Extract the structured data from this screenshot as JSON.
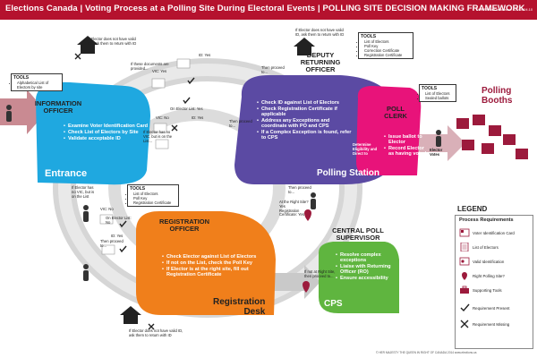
{
  "header": {
    "title": "Elections Canada  |  Voting Process at a Polling Site During Electoral Events  |  POLLING SITE DECISION MAKING FRAMEWORK",
    "draft": "DRAFT for Discussion • 2014.04.10"
  },
  "entrance": {
    "title": "Entrance",
    "role": "INFORMATION\nOFFICER",
    "duties": [
      "Examine Voter Identification Card",
      "Check List of Electors by Site",
      "Validate acceptable ID"
    ],
    "tools_title": "TOOLS",
    "tools": [
      "Alphabetical List of Electors by site"
    ]
  },
  "polling_station": {
    "title": "Polling Station",
    "role": "DEPUTY\nRETURNING\nOFFICER",
    "duties": [
      "Check ID against List of Electors",
      "Check Registration Certificate if applicable",
      "Address any Exceptions and coordinate with PO and CPS",
      "If a Complex Exception is found, refer to CPS"
    ],
    "tools_title": "TOOLS",
    "tools": [
      "List of Electors",
      "Poll Key",
      "Correction Certificate",
      "Registration Certificate"
    ],
    "determine": "Determine Eligibility and Direct to"
  },
  "poll_clerk": {
    "role": "POLL\nCLERK",
    "duties": [
      "Issue ballot to Elector",
      "Record Elector as having voted"
    ],
    "tools_title": "TOOLS",
    "tools": [
      "List of Electors",
      "Sealed ballots"
    ]
  },
  "booths": {
    "title": "Polling\nBooths",
    "elector_votes": "Elector\nVotes"
  },
  "registration_desk": {
    "title": "Registration\nDesk",
    "role": "REGISTRATION\nOFFICER",
    "duties": [
      "Check Elector against List of Electors",
      "If not on the List, check the Poll Key",
      "If Elector is at the right site, fill out Registration Certificate"
    ],
    "tools_title": "TOOLS",
    "tools": [
      "List of Electors",
      "Poll Key",
      "Registration Certificate"
    ]
  },
  "cps": {
    "title": "CPS",
    "role": "CENTRAL POLL\nSUPERVISOR",
    "duties": [
      "Resolve complex exceptions",
      "Liaise with Returning Officer (RO)",
      "Ensure accessibility"
    ]
  },
  "flow_notes": {
    "n_top_left": "If Elector does not have valid ID, ask them to return with ID",
    "n_docs": "If these documents are provided...",
    "n_vic_yes": "VIC: Yes",
    "n_id_yes_top": "ID: Yes",
    "n_on_list_yes": "On Elector List: Yes",
    "n_vic_no": "VIC: No",
    "n_id_yes_mid": "ID: Yes",
    "n_then1": "Then proceed to...",
    "n_then2": "Then proceed to...",
    "n_top_right": "If Elector does not have valid ID, ask them to return with ID",
    "n_no_vic_left": "If Elector has no VIC, but is on the List",
    "n_no_vic_mid": "If Elector has no VIC, but is on the List...",
    "n_vic_no_b": "VIC: No",
    "n_on_list_no": "On Elector List: No",
    "n_id_yes_low": "ID: Yes",
    "n_then3": "Then proceed to...",
    "n_then4": "Then proceed to...",
    "n_right_site": "At the Right Site? Yes\nRegistration Certificate: Yes",
    "n_not_right": "If not at Right Site, then proceed to...",
    "n_bottom_left": "If Elector does not have valid ID, ask them to return with ID"
  },
  "legend": {
    "title": "LEGEND",
    "subtitle": "Process Requirements",
    "items": [
      "Voter Identification Card",
      "List of Electors",
      "Valid Identification",
      "Right Polling Site?",
      "Supporting Tools",
      "Requirement Present",
      "Requirement Missing"
    ]
  },
  "copyright": "© HER MAJESTY THE QUEEN IN RIGHT OF CANADA 2014  www.elections.ca",
  "colors": {
    "banner": "#b5122e",
    "information_officer": "#1fa8e0",
    "deputy_returning_officer": "#5b4aa3",
    "poll_clerk": "#e8137a",
    "registration_officer": "#f07f1b",
    "central_poll_supervisor": "#5fb53f",
    "booths": "#9c1a3c"
  }
}
